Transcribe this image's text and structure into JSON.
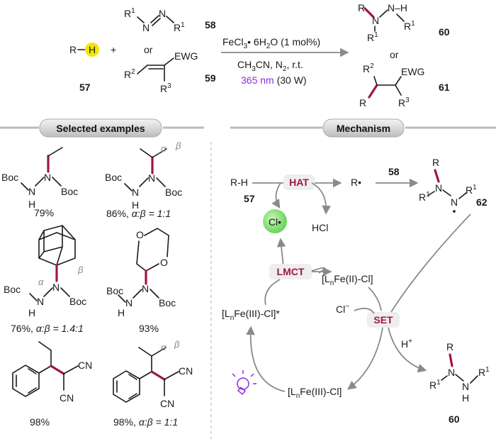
{
  "reaction": {
    "substrate_label": "R–H",
    "substrate_num": "57",
    "plus": "+",
    "azo": "R1–N=N–R1",
    "azo_num": "58",
    "or_top": "or",
    "alkene_ewg": "EWG",
    "alkene_r2": "R2",
    "alkene_r3": "R3",
    "alkene_num": "59",
    "cond_catalyst": "FeCl3• 6H2O (1 mol%)",
    "cond_solvent": "CH3CN, N2, r.t.",
    "cond_light_wl": "365 nm",
    "cond_light_power": "(30 W)",
    "product_num_60": "60",
    "or_right": "or",
    "product_num_61": "61"
  },
  "sections": {
    "examples_title": "Selected examples",
    "mechanism_title": "Mechanism"
  },
  "examples": [
    {
      "yield": "79%"
    },
    {
      "yield": "86%,",
      "ratio": "α:β = 1:1"
    },
    {
      "yield": "76%,",
      "ratio": "α:β = 1.4:1"
    },
    {
      "yield": "93%"
    },
    {
      "yield": "98%"
    },
    {
      "yield": "98%,",
      "ratio": "α:β = 1:1"
    }
  ],
  "labels": {
    "boc": "Boc",
    "h": "H",
    "n": "N",
    "o": "O",
    "cn": "CN",
    "alpha": "α",
    "beta": "β"
  },
  "mechanism": {
    "rh": "R-H",
    "rh_num": "57",
    "hat": "HAT",
    "radical": "R•",
    "arrow_58": "58",
    "product_num_62": "62",
    "hcl": "HCl",
    "cl_radical": "Cl•",
    "lmct": "LMCT",
    "fe2": "[LnFe(II)-Cl]",
    "fe3_star": "[LnFe(III)-Cl]*",
    "cl_minus": "Cl⁻",
    "set": "SET",
    "h_plus": "H⁺",
    "fe3": "[LnFe(III)-Cl]",
    "product_num_60": "60"
  },
  "colors": {
    "highlight_bond": "#a0154a",
    "pill_red": "#a0154a",
    "violet": "#8a2be2",
    "h_circle": "#f3e600",
    "cl_circle": "#8be07a"
  }
}
